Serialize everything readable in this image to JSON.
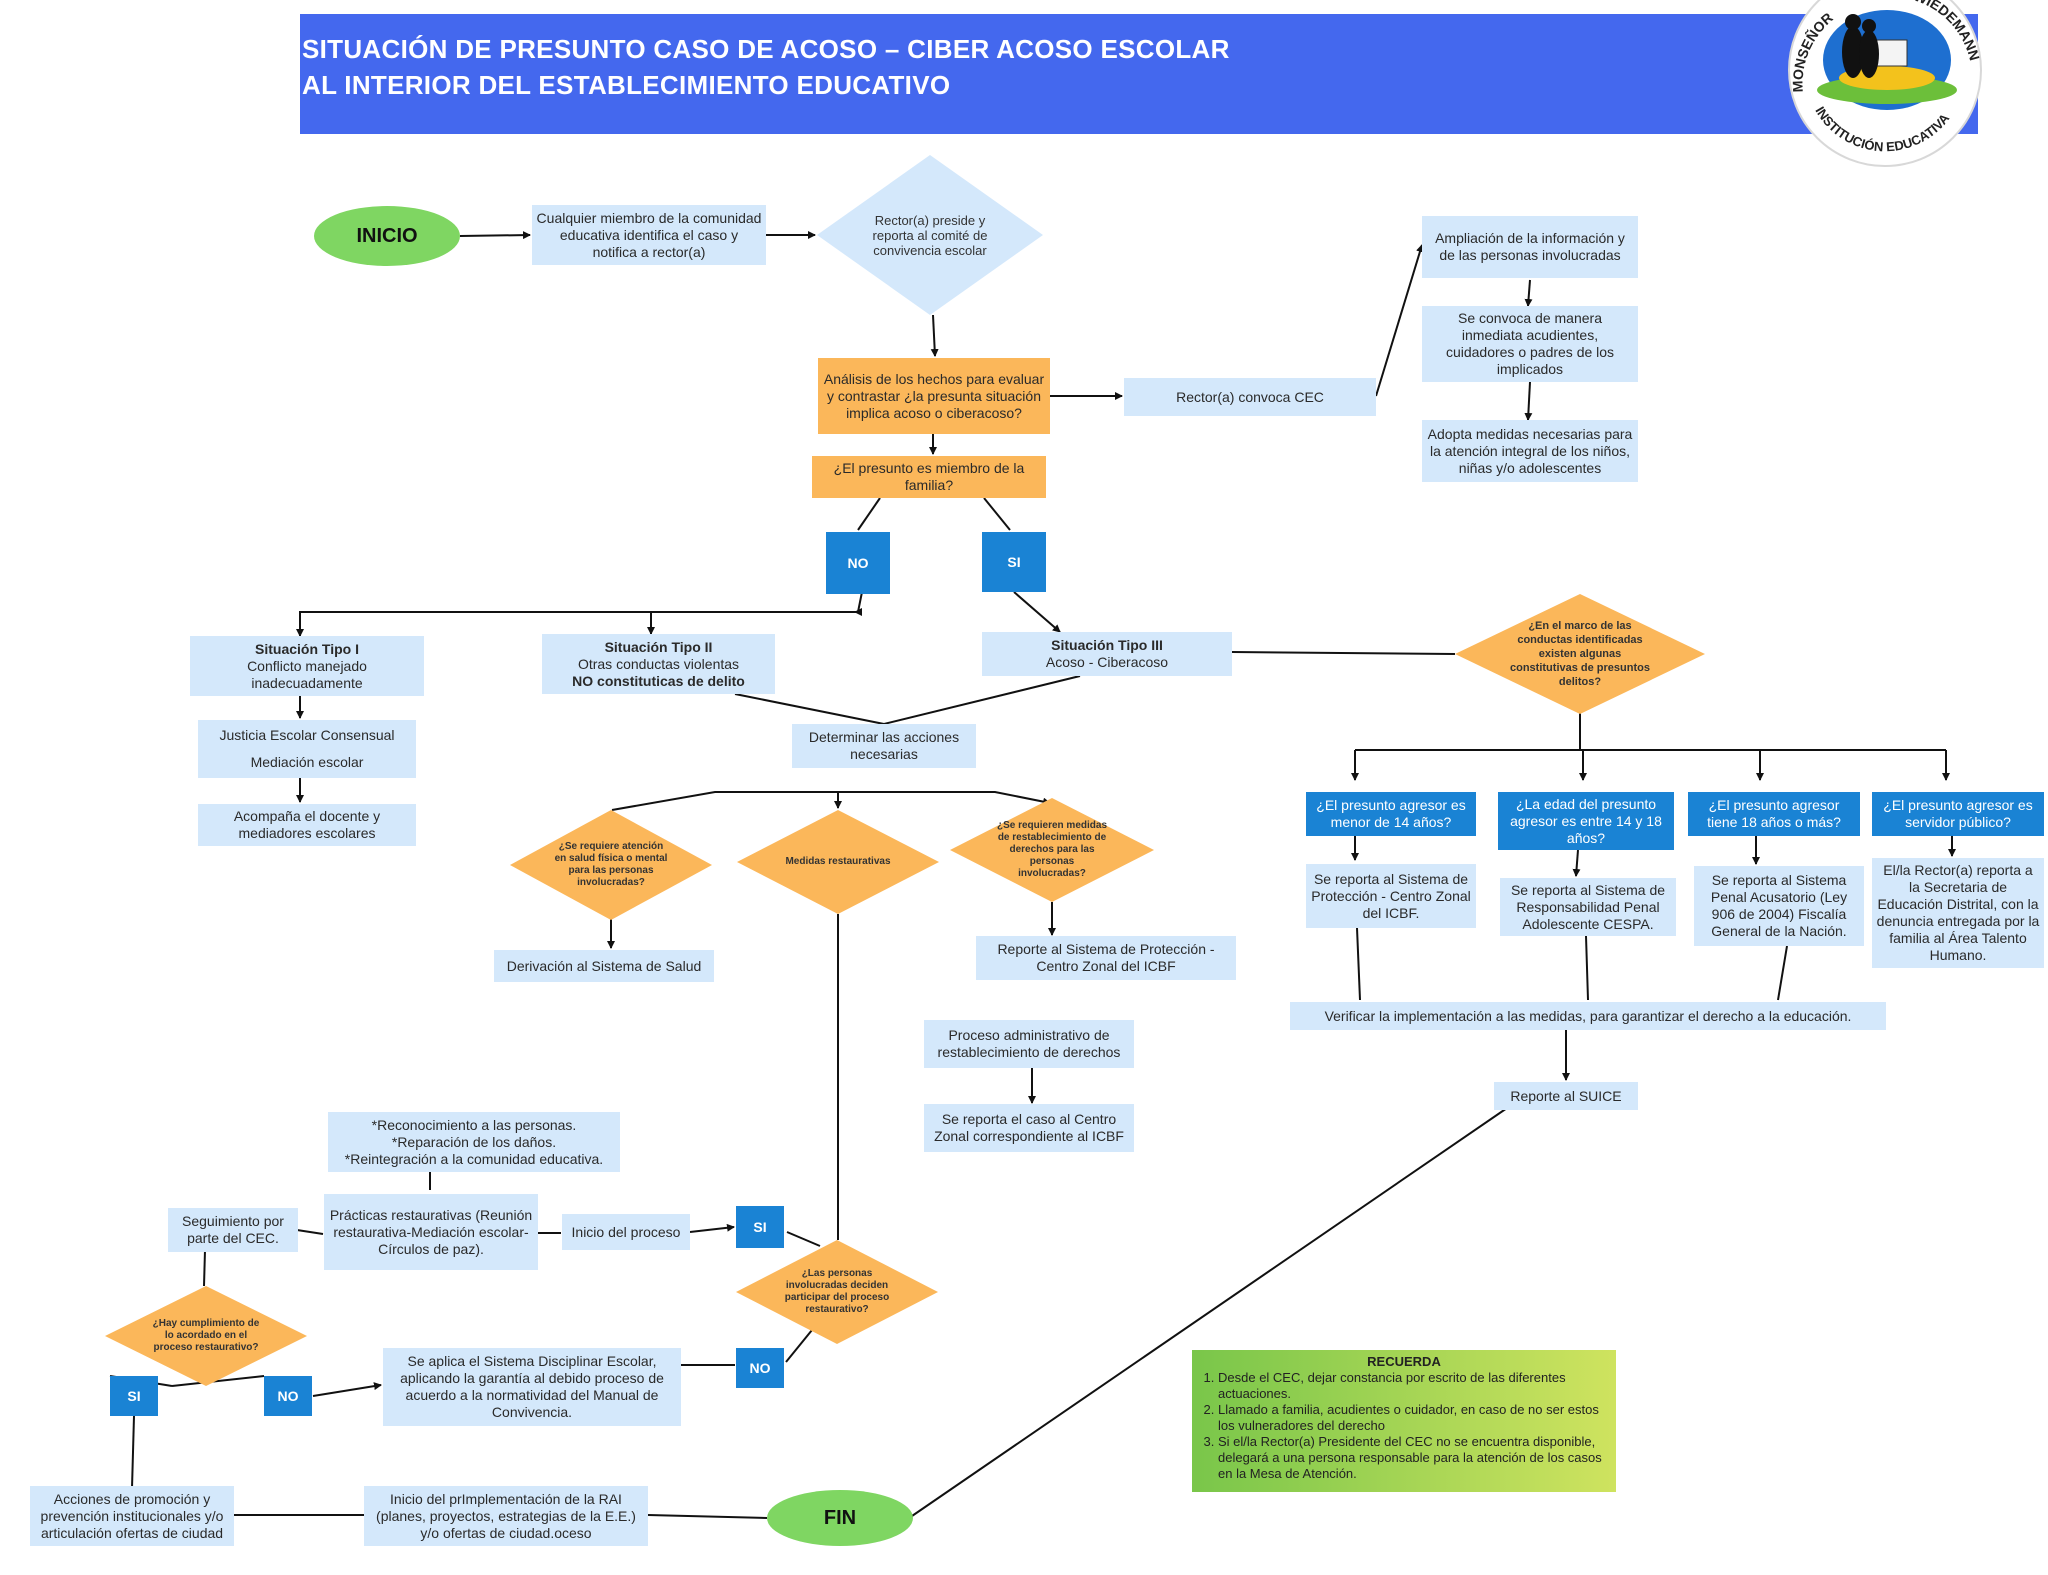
{
  "header": {
    "title_line1": "SITUACIÓN DE PRESUNTO CASO DE ACOSO – CIBER ACOSO ESCOLAR",
    "title_line2": "AL INTERIOR DEL ESTABLECIMIENTO EDUCATIVO",
    "logo_text_left": "MONSEÑOR",
    "logo_text_right": "WIEDEMANN",
    "logo_text_bottom": "INSTITUCIÓN EDUCATIVA"
  },
  "nodes": {
    "inicio": "INICIO",
    "fin": "FIN",
    "cualquier_miembro": "Cualquier miembro de la comunidad educativa identifica el caso y notifica a rector(a)",
    "rector_preside": "Rector(a) preside y reporta al comité de convivencia escolar",
    "analisis": "Análisis de los hechos para evaluar y contrastar ¿la presunta situación implica acoso o ciberacoso?",
    "rector_convoca": "Rector(a) convoca CEC",
    "ampliacion": "Ampliación de la información y de las personas involucradas",
    "se_convoca": "Se convoca de manera inmediata acudientes, cuidadores o padres de los implicados",
    "adopta_medidas": "Adopta medidas necesarias para la atención integral de los niños, niñas y/o adolescentes",
    "presunto_familia": "¿El presunto es miembro de la familia?",
    "no_1": "NO",
    "si_1": "SI",
    "tipo1_title": "Situación Tipo I",
    "tipo1_text": "Conflicto manejado inadecuadamente",
    "tipo2_title": "Situación Tipo II",
    "tipo2_text": "Otras conductas violentas",
    "tipo2_bold": "NO constituticas de delito",
    "tipo3_title": "Situación Tipo III",
    "tipo3_text": "Acoso - Ciberacoso",
    "justicia": "Justicia Escolar Consensual",
    "mediacion": "Mediación escolar",
    "acompana": "Acompaña el docente y mediadores escolares",
    "determinar": "Determinar las acciones necesarias",
    "q_salud": "¿Se requiere atención en salud física o mental para las personas involucradas?",
    "medidas_rest": "Medidas restaurativas",
    "q_medidas_restab": "¿Se requieren medidas de restablecimiento de derechos para las personas involucradas?",
    "derivacion_salud": "Derivación al Sistema de Salud",
    "reporte_proteccion": "Reporte al Sistema de Protección - Centro Zonal del ICBF",
    "proceso_admin": "Proceso administrativo de restablecimiento de derechos",
    "reporta_centro_zonal": "Se reporta el caso al Centro Zonal correspondiente al ICBF",
    "q_delitos": "¿En el marco de las conductas identificadas existen algunas constitutivas de presuntos delitos?",
    "q_menor14": "¿El presunto agresor es menor de 14 años?",
    "q_14_18": "¿La edad del presunto agresor es entre 14 y 18 años?",
    "q_18mas": "¿El presunto agresor tiene 18 años o más?",
    "q_servidor": "¿El presunto agresor es servidor público?",
    "r_icbf": "Se reporta al Sistema de Protección - Centro Zonal del ICBF.",
    "r_cespa": "Se reporta al Sistema de Responsabilidad Penal Adolescente CESPA.",
    "r_penal": "Se reporta al Sistema Penal Acusatorio (Ley 906 de 2004) Fiscalía General de la Nación.",
    "r_servidor": "El/la Rector(a) reporta a la Secretaria de Educación Distrital, con la denuncia entregada por la familia al Área Talento Humano.",
    "verificar": "Verificar la implementación a las medidas, para garantizar el derecho a la educación.",
    "reporte_suice": "Reporte al SUICE",
    "reconocimiento": "*Reconocimiento a las personas.\n*Reparación de los daños.\n*Reintegración a la comunidad educativa.",
    "practicas": "Prácticas restaurativas (Reunión restaurativa-Mediación escolar-Círculos de paz).",
    "seguimiento": "Seguimiento por parte del CEC.",
    "inicio_proceso": "Inicio del proceso",
    "si_2": "SI",
    "q_participar": "¿Las personas involucradas deciden participar del proceso restaurativo?",
    "no_2": "NO",
    "q_cumplimiento": "¿Hay cumplimiento de lo acordado en el proceso restaurativo?",
    "si_3": "SI",
    "no_3": "NO",
    "sistema_disciplinar": "Se aplica el Sistema Disciplinar Escolar, aplicando la garantía al debido proceso de acuerdo a la normatividad del Manual de Convivencia.",
    "acciones_promocion": "Acciones de promoción y prevención institucionales y/o articulación ofertas de ciudad",
    "inicio_rai": "Inicio del prImplementación de la RAI (planes, proyectos, estrategias de la E.E.) y/o ofertas de ciudad.oceso"
  },
  "recuerda": {
    "title": "RECUERDA",
    "items": [
      "Desde el CEC, dejar constancia por escrito de las diferentes actuaciones.",
      "Llamado a familia, acudientes o cuidador, en caso de no ser estos los vulneradores del derecho",
      "Si el/la Rector(a) Presidente del CEC no se encuentra disponible, delegará a una persona responsable para la atención de los casos en la Mesa de Atención."
    ]
  },
  "colors": {
    "header": "#4468ee",
    "light_blue": "#d4e8fb",
    "orange": "#fbb75a",
    "blue": "#1a83d4",
    "green": "#7fd662"
  }
}
